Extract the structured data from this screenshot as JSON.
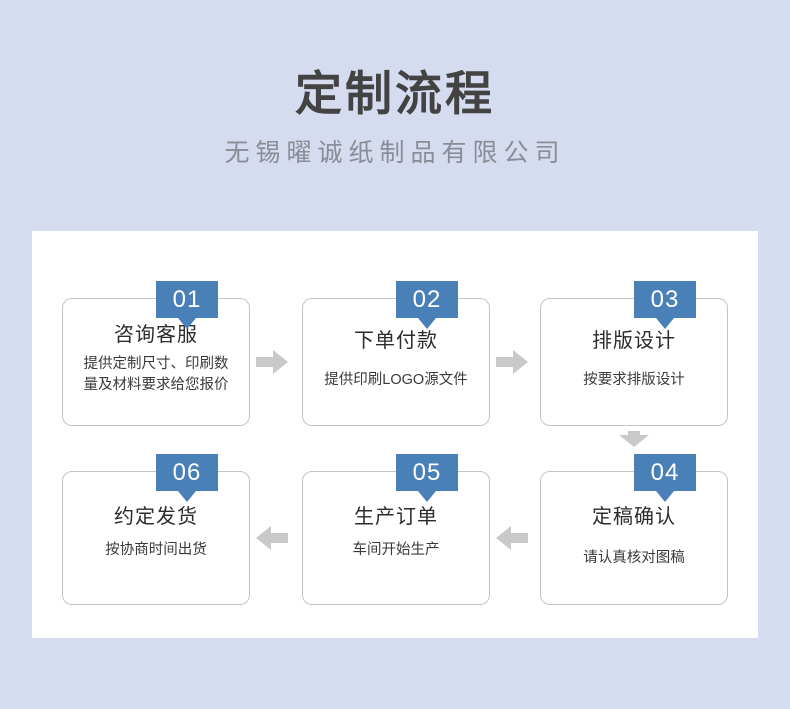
{
  "header": {
    "title": "定制流程",
    "subtitle": "无锡曜诚纸制品有限公司"
  },
  "colors": {
    "page_background": "#d6dcef",
    "panel_background": "#ffffff",
    "badge_blue": "#4a80b8",
    "card_border": "#c4c4c4",
    "title_gray": "#434343",
    "subtitle_gray": "#8a8c98",
    "arrow_gray": "#c9c9c9"
  },
  "flow": {
    "steps": [
      {
        "number": "01",
        "title": "咨询客服",
        "desc": "提供定制尺寸、印刷数量及材料要求给您报价"
      },
      {
        "number": "02",
        "title": "下单付款",
        "desc": "提供印刷LOGO源文件"
      },
      {
        "number": "03",
        "title": "排版设计",
        "desc": "按要求排版设计"
      },
      {
        "number": "04",
        "title": "定稿确认",
        "desc": "请认真核对图稿"
      },
      {
        "number": "05",
        "title": "生产订单",
        "desc": "车间开始生产"
      },
      {
        "number": "06",
        "title": "约定发货",
        "desc": "按协商时间出货"
      }
    ],
    "connectors": [
      {
        "name": "arrow-step1-to-step2",
        "direction": "right"
      },
      {
        "name": "arrow-step2-to-step3",
        "direction": "right"
      },
      {
        "name": "arrow-step3-to-step4",
        "direction": "down"
      },
      {
        "name": "arrow-step4-to-step5",
        "direction": "left"
      },
      {
        "name": "arrow-step5-to-step6",
        "direction": "left"
      }
    ]
  }
}
